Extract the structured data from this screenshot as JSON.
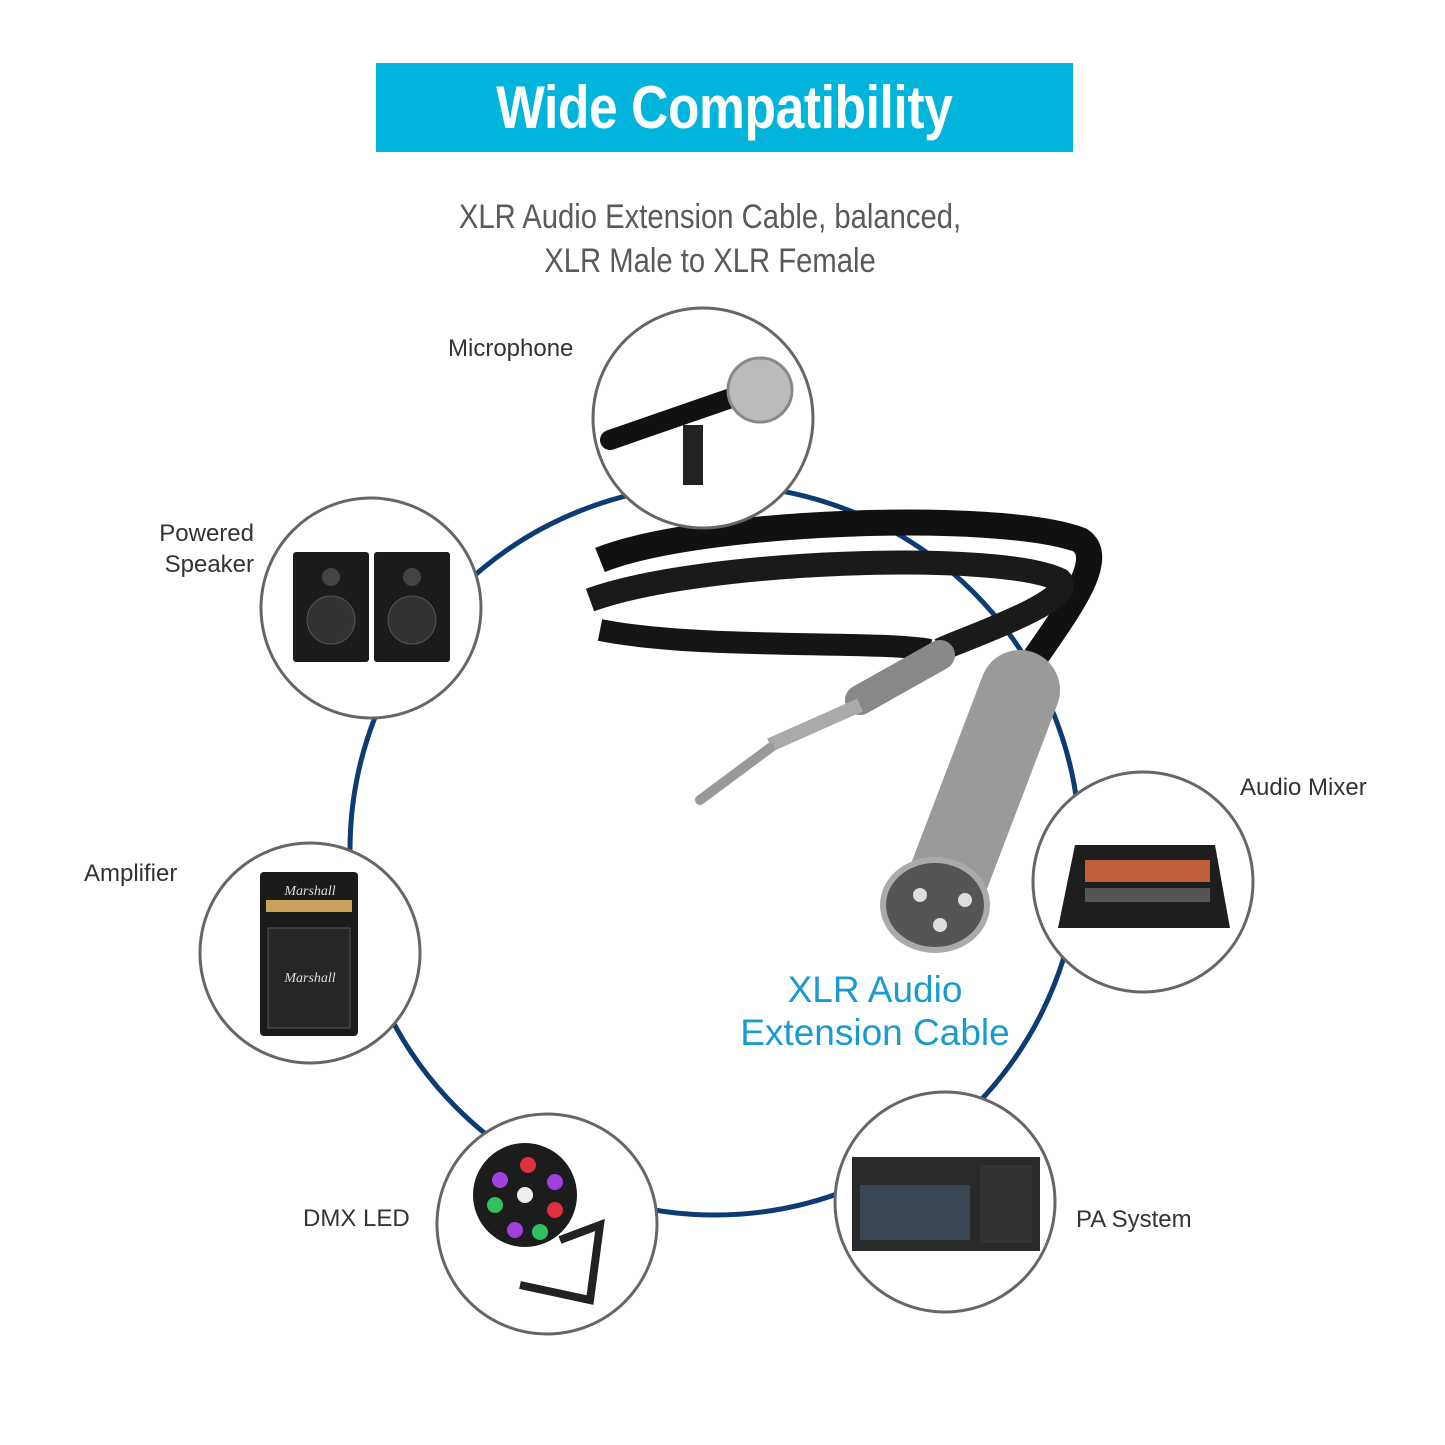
{
  "header": {
    "title": "Wide Compatibility"
  },
  "subtitle": {
    "line1": "XLR Audio Extension Cable, balanced,",
    "line2": "XLR Male to XLR Female"
  },
  "product": {
    "label_line1": "XLR Audio",
    "label_line2": "Extension Cable"
  },
  "devices": [
    {
      "label": "Microphone",
      "icon": "microphone-icon"
    },
    {
      "label_line1": "Powered",
      "label_line2": "Speaker",
      "icon": "speaker-icon"
    },
    {
      "label": "Amplifier",
      "icon": "amplifier-icon",
      "brand": "Marshall"
    },
    {
      "label": "DMX LED",
      "icon": "dmx-led-icon"
    },
    {
      "label": "PA System",
      "icon": "pa-system-icon"
    },
    {
      "label": "Audio Mixer",
      "icon": "audio-mixer-icon"
    }
  ],
  "colors": {
    "banner": "#00b4dc",
    "ring": "#0d3b73",
    "product_label": "#1a9bd0",
    "circle_border": "#666666"
  }
}
